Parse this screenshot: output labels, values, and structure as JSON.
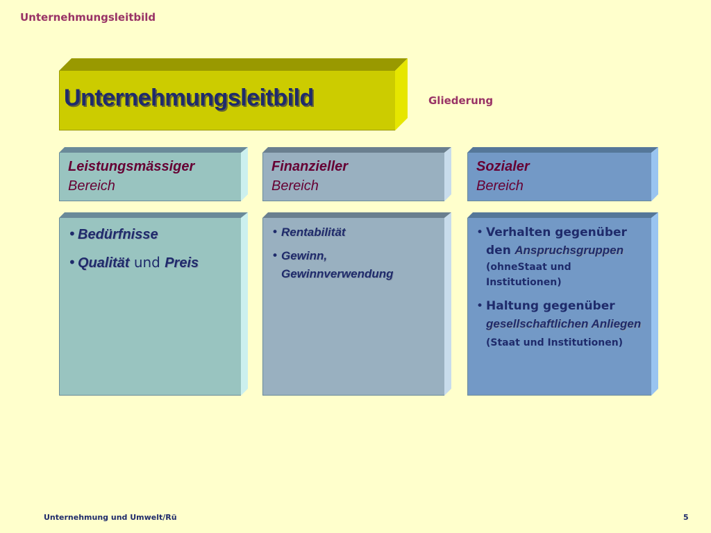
{
  "slide": {
    "top_title": "Unternehmungsleitbild",
    "header_title": "Unternehmungsleitbild",
    "gliederung": "Gliederung"
  },
  "columns": [
    {
      "head_strong": "Leistungsmässiger",
      "head_weak": "Bereich",
      "face_color": "#99c4c0",
      "bullets": [
        {
          "text": "Bedürfnisse"
        },
        {
          "part1": "Qualität",
          "part2": "und",
          "part3": "Preis"
        }
      ]
    },
    {
      "head_strong": "Finanzieller",
      "head_weak": "Bereich",
      "face_color": "#99b0c0",
      "bullets": [
        {
          "text": "Rentabilität"
        },
        {
          "text": "Gewinn, Gewinnverwendung"
        }
      ]
    },
    {
      "head_strong": "Sozialer",
      "head_weak": "Bereich",
      "face_color": "#7399c6",
      "bullets": [
        {
          "a": "Verhalten gegenüber den",
          "b": "Anspruchsgruppen",
          "c": "(ohneStaat und Institutionen)"
        },
        {
          "a": "Haltung gegenüber",
          "b": "gesellschaftlichen Anliegen",
          "c": "(Staat und Institutionen)"
        }
      ]
    }
  ],
  "bullet_char": "•",
  "footer": {
    "left": "Unternehmung und Umwelt/Rü",
    "page": "5"
  },
  "colors": {
    "background": "#ffffcc",
    "accent_title": "#993366",
    "header_face": "#cccc00",
    "header_top": "#999900",
    "header_side": "#e6e600",
    "text_dark": "#1f2b6b",
    "head_text": "#660033"
  }
}
